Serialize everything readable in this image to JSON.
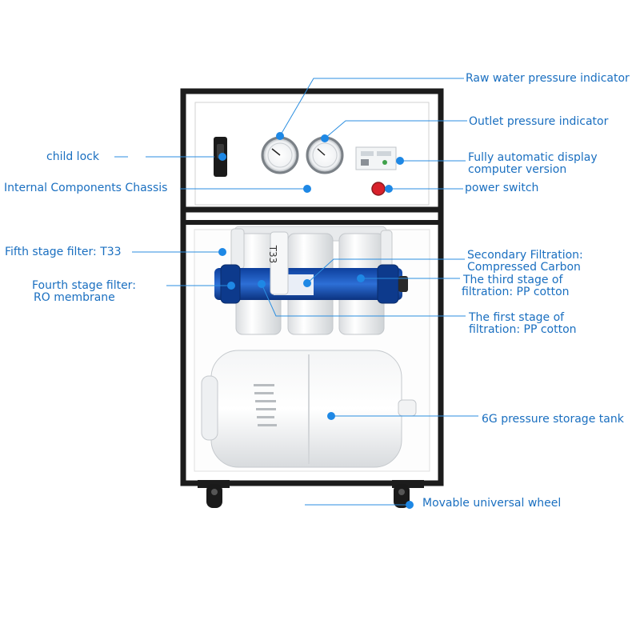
{
  "labels": {
    "raw_water_gauge": "Raw water pressure indicator",
    "outlet_gauge": "Outlet pressure indicator",
    "display_line1": "Fully automatic display",
    "display_line2": "computer version",
    "power_switch": "power switch",
    "child_lock": "child lock",
    "chassis": "Internal Components Chassis",
    "fifth_stage": "Fifth stage filter: T33",
    "fourth_stage_line1": "Fourth stage filter:",
    "fourth_stage_line2": "RO membrane",
    "secondary_line1": "Secondary Filtration:",
    "secondary_line2": "Compressed Carbon",
    "third_stage_line1": "The third stage of",
    "third_stage_line2": "filtration: PP cotton",
    "first_stage_line1": "The first stage of",
    "first_stage_line2": "filtration: PP cotton",
    "tank": "6G pressure storage tank",
    "wheel": "Movable universal wheel"
  },
  "product_marks": {
    "filter_tag": "T33"
  },
  "colors": {
    "label_text": "#1a6fc0",
    "leader_line": "#2b8ee0",
    "dot": "#1e88e5",
    "frame": "#1c1c1c",
    "red_button": "#d8202a"
  }
}
